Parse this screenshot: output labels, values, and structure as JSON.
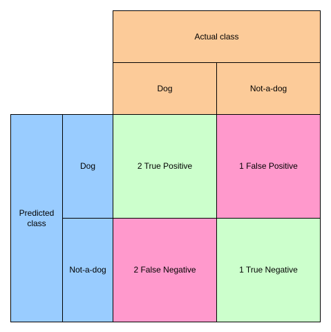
{
  "colors": {
    "header": "#fccb99",
    "predicted": "#99ccff",
    "true_cell": "#ccffcc",
    "false_cell": "#ff99cc",
    "border": "#000000"
  },
  "actual": {
    "title": "Actual class",
    "col_dog": "Dog",
    "col_not_dog": "Not-a-dog"
  },
  "predicted": {
    "title_line1": "Predicted",
    "title_line2": "class",
    "row_dog": "Dog",
    "row_not_dog": "Not-a-dog"
  },
  "matrix": {
    "true_positive": "2 True Positive",
    "false_positive": "1 False Positive",
    "false_negative": "2 False Negative",
    "true_negative": "1 True Negative"
  }
}
